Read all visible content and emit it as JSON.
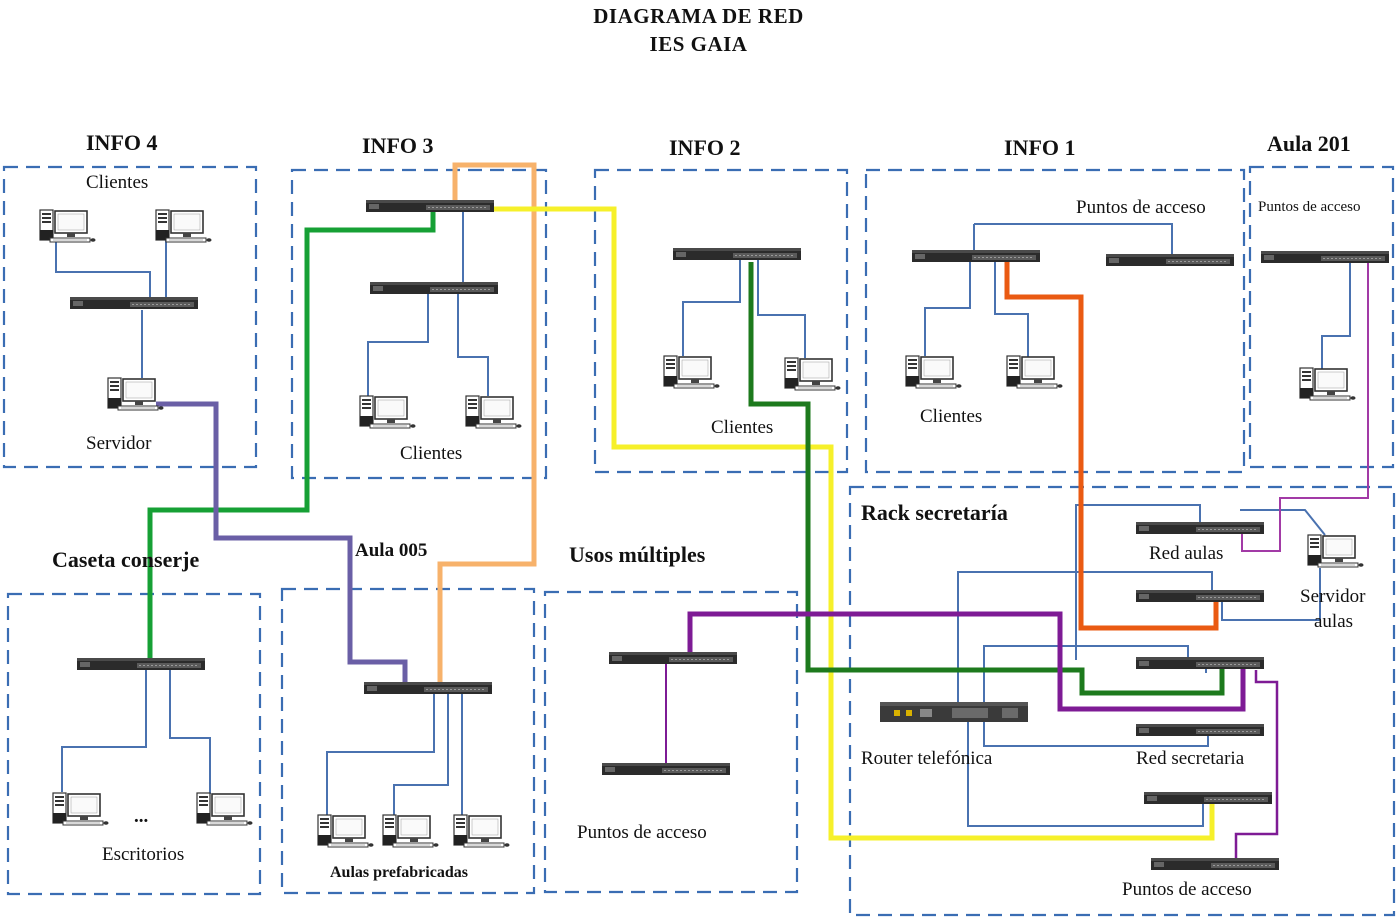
{
  "title": {
    "line1": "DIAGRAMA DE RED",
    "line2": "IES GAIA"
  },
  "zones": {
    "info4": {
      "name": "INFO 4",
      "clients_label": "Clientes",
      "server_label": "Servidor"
    },
    "info3": {
      "name": "INFO 3",
      "clients_label": "Clientes"
    },
    "info2": {
      "name": "INFO 2",
      "clients_label": "Clientes"
    },
    "info1": {
      "name": "INFO 1",
      "ap_label": "Puntos de acceso",
      "clients_label": "Clientes"
    },
    "aula201": {
      "name": "Aula 201",
      "ap_label": "Puntos de acceso"
    },
    "conserje": {
      "name": "Caseta conserje",
      "desk_label": "Escritorios",
      "ellipsis": "..."
    },
    "aula005": {
      "name": "Aula 005",
      "prefab_label": "Aulas prefabricadas"
    },
    "usos": {
      "name": "Usos múltiples",
      "ap_label": "Puntos de acceso"
    },
    "rack": {
      "name": "Rack secretaría",
      "red_aulas": "Red aulas",
      "servidor_aulas_1": "Servidor",
      "servidor_aulas_2": "aulas",
      "router": "Router telefónica",
      "red_secretaria": "Red secretaria",
      "ap_label": "Puntos de acceso"
    }
  },
  "colors": {
    "box_border": "#3a6db3",
    "cable_blue": "#4a72b0",
    "green": "#16a035",
    "dark_green": "#1d7a1d",
    "orange_light": "#f7b26b",
    "yellow": "#f6f02a",
    "purple": "#7e1b95",
    "slate_purple": "#6a5fa6",
    "orange": "#ea5a12",
    "magenta": "#a23aa6"
  }
}
